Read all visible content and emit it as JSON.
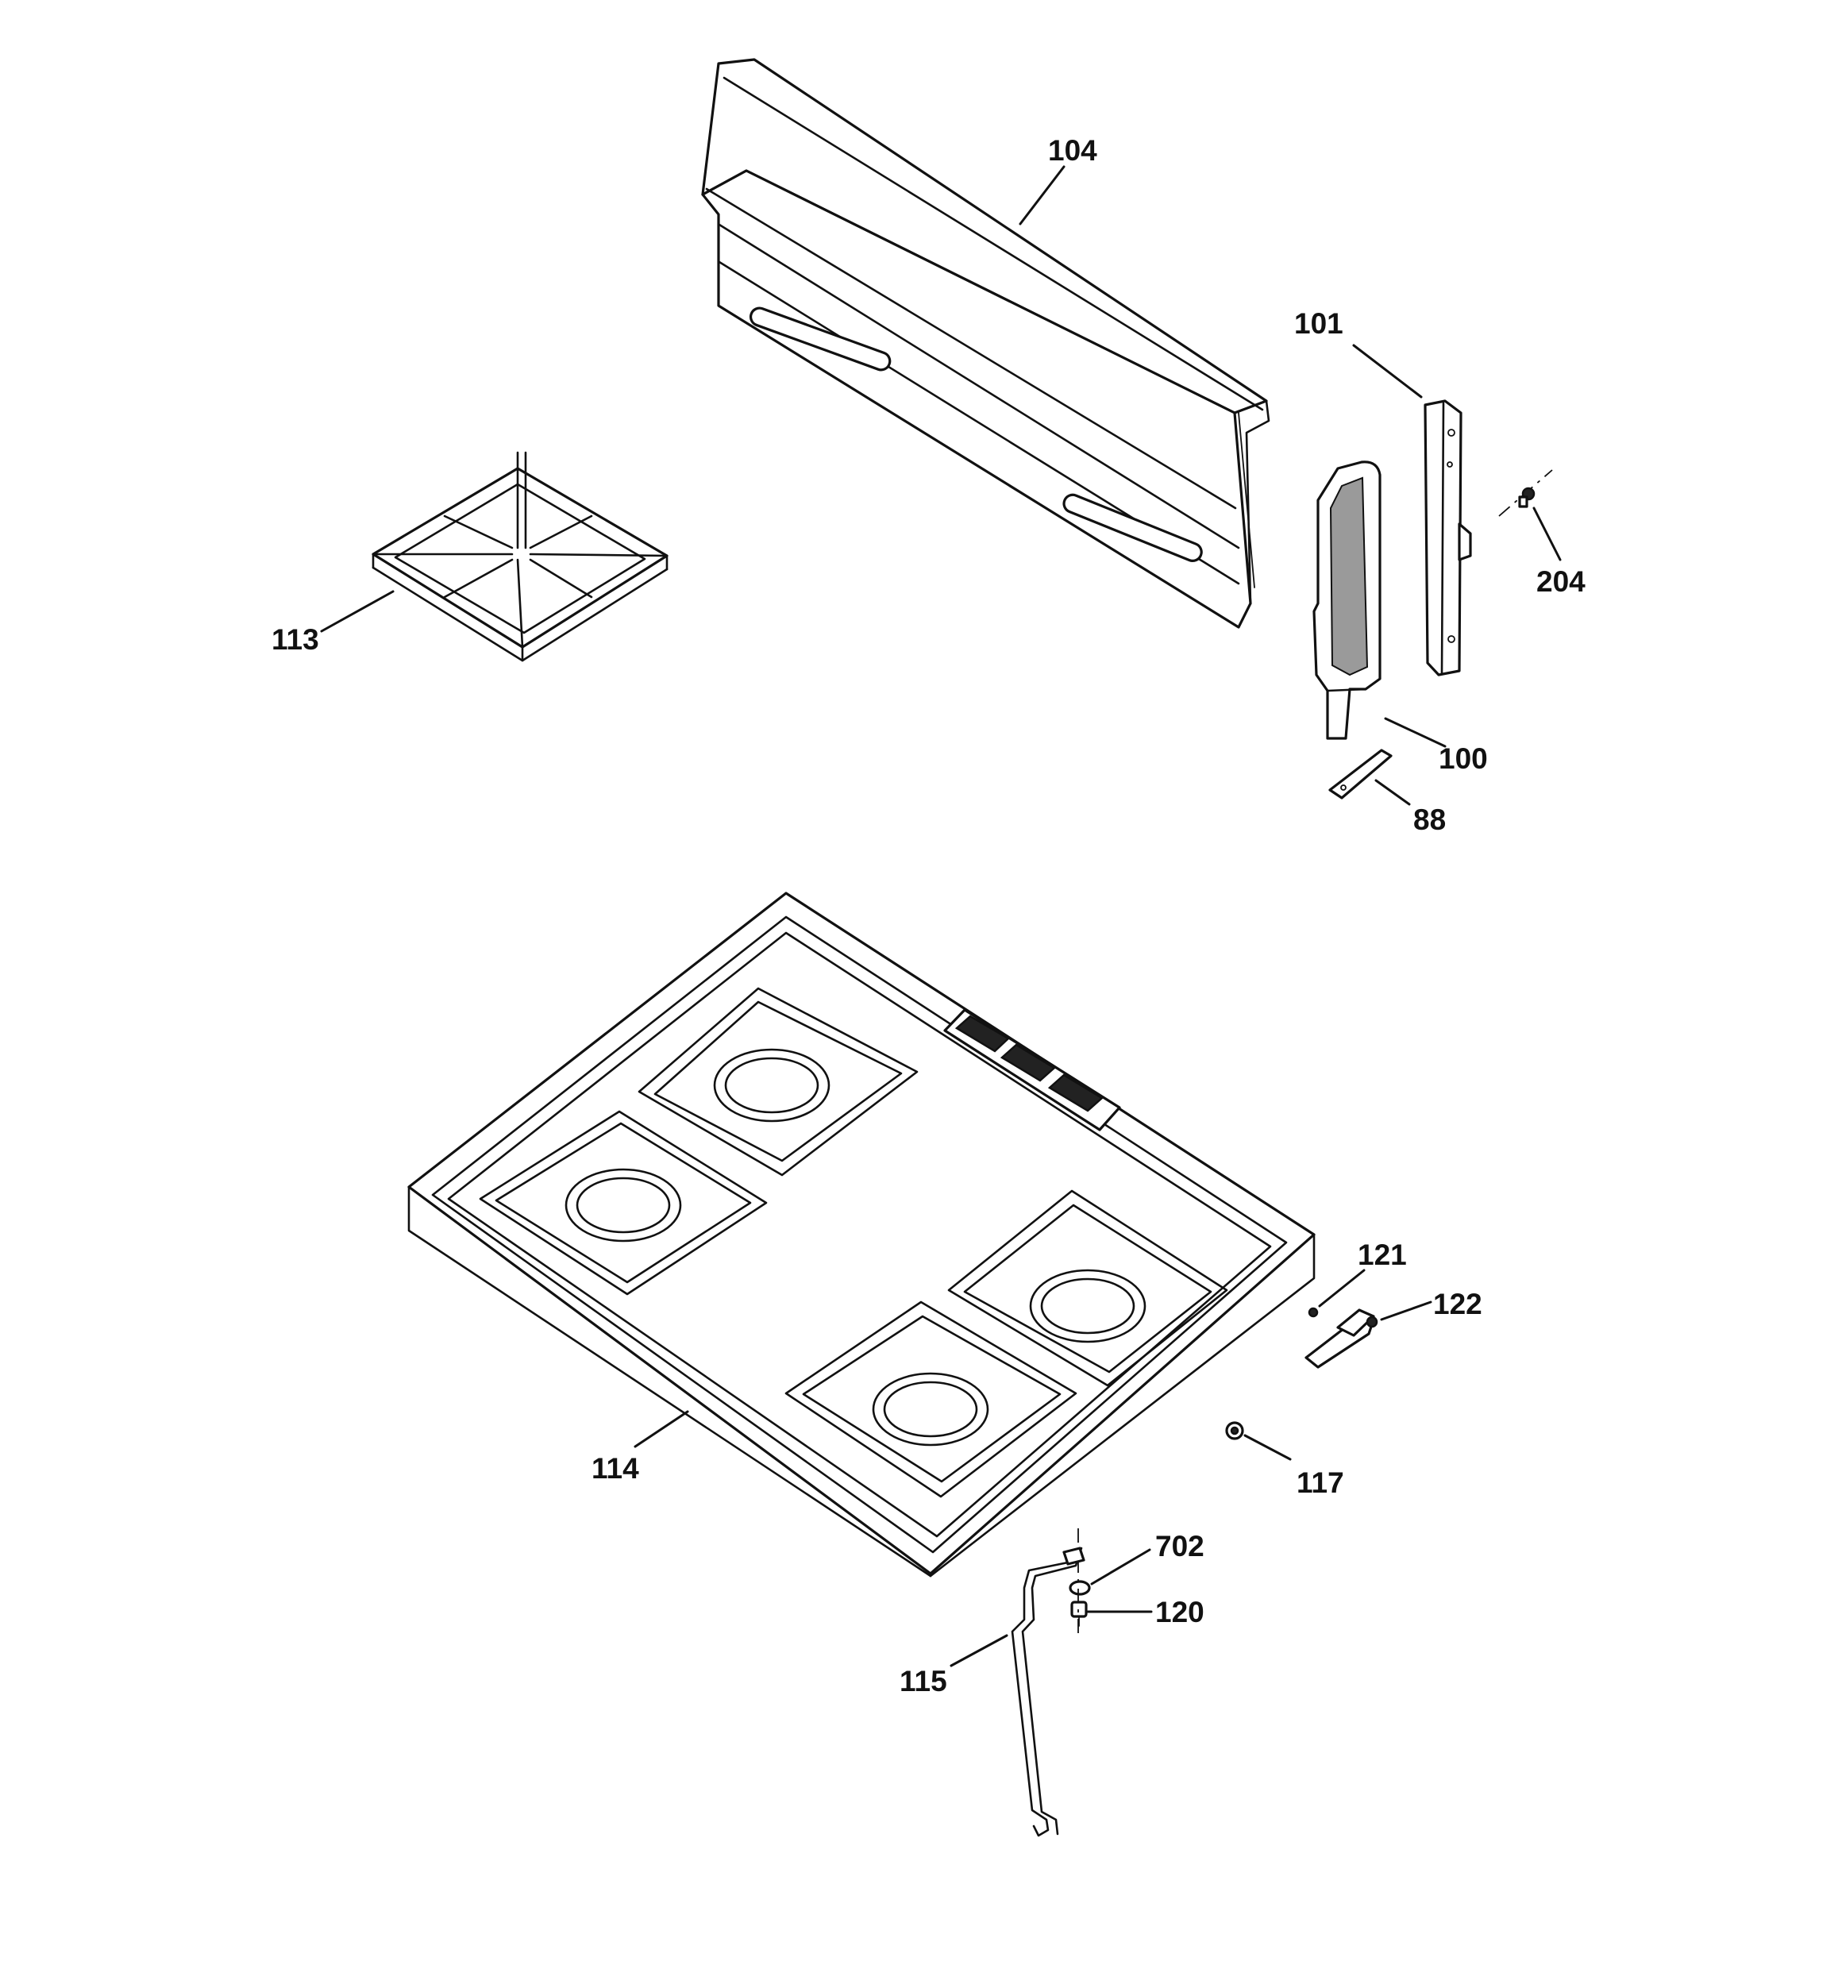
{
  "callouts": {
    "c104": "104",
    "c101": "101",
    "c204": "204",
    "c113": "113",
    "c100": "100",
    "c88": "88",
    "c121": "121",
    "c122": "122",
    "c114": "114",
    "c117": "117",
    "c702": "702",
    "c120": "120",
    "c115": "115"
  }
}
